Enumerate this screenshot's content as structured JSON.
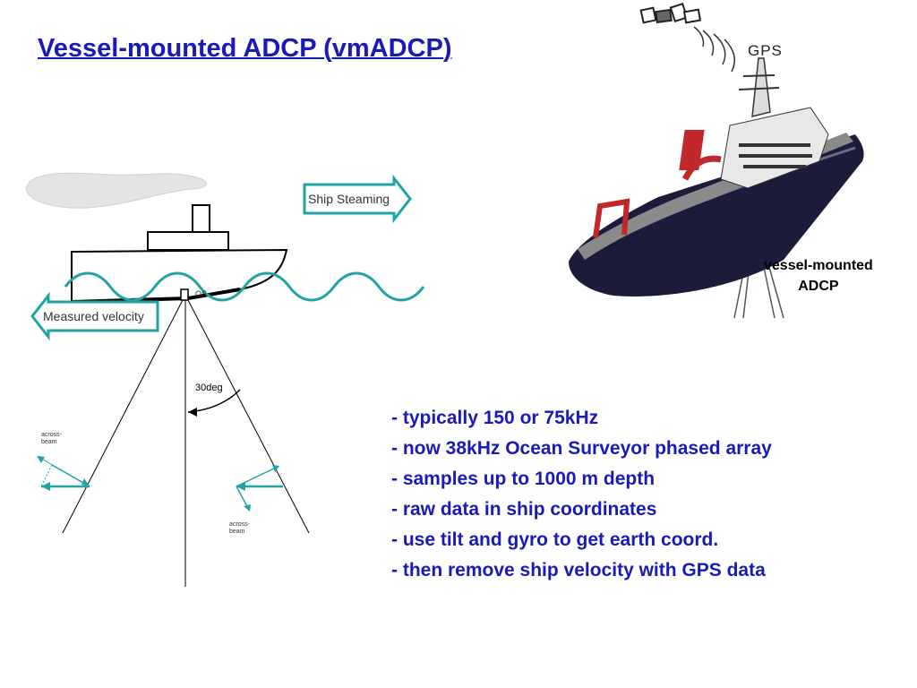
{
  "slide": {
    "title": "Vessel-mounted ADCP (vmADCP)"
  },
  "diagram": {
    "ship_steaming_label": "Ship Steaming",
    "measured_velocity_label": "Measured velocity",
    "angle_label": "30deg",
    "os_label": "OS",
    "left_beam_label_line1": "across-",
    "left_beam_label_line2": "beam",
    "right_beam_label_line1": "across-",
    "right_beam_label_line2": "beam",
    "water_color": "#1fa3a3",
    "arrow_color": "#1fa3a3"
  },
  "photo": {
    "gps_label": "GPS",
    "caption_line1": "vessel-mounted",
    "caption_line2": "ADCP",
    "hull_color": "#1c1c3a",
    "accent_color": "#c0282d"
  },
  "bullets": [
    "- typically 150 or 75kHz",
    "- now 38kHz Ocean Surveyor phased array",
    "- samples up to 1000 m depth",
    "- raw data in ship coordinates",
    "- use tilt and gyro to get earth coord.",
    "- then remove ship velocity with GPS data"
  ],
  "colors": {
    "title": "#1a1ab8",
    "bullet_text": "#1a1ab8"
  }
}
